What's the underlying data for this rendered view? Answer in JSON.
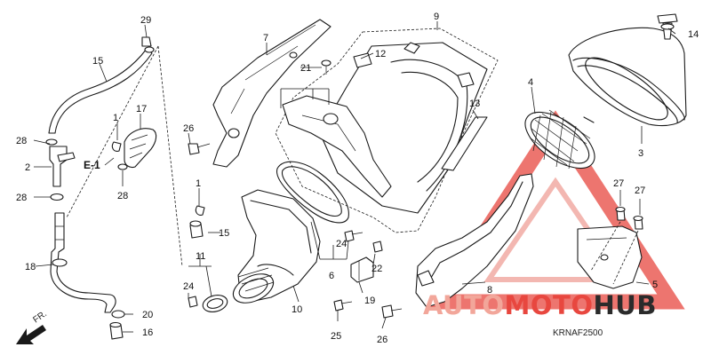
{
  "diagram": {
    "diagram_code": "KRNAF2500",
    "section_ref": "E-1",
    "direction_label": "FR.",
    "part_labels": [
      "1",
      "1",
      "2",
      "3",
      "4",
      "5",
      "6",
      "7",
      "8",
      "9",
      "10",
      "11",
      "12",
      "13",
      "14",
      "15",
      "16",
      "17",
      "18",
      "19",
      "20",
      "21",
      "22",
      "23",
      "24",
      "24",
      "24",
      "25",
      "26",
      "26",
      "27",
      "27",
      "28",
      "28",
      "28",
      "29"
    ],
    "colors": {
      "line": "#1a1a1a",
      "watermark": "#e8473f",
      "watermark_light": "#f2a69a"
    }
  },
  "watermark": {
    "part1": "AUTO",
    "part2": "MOTO",
    "part3": "HUB"
  }
}
